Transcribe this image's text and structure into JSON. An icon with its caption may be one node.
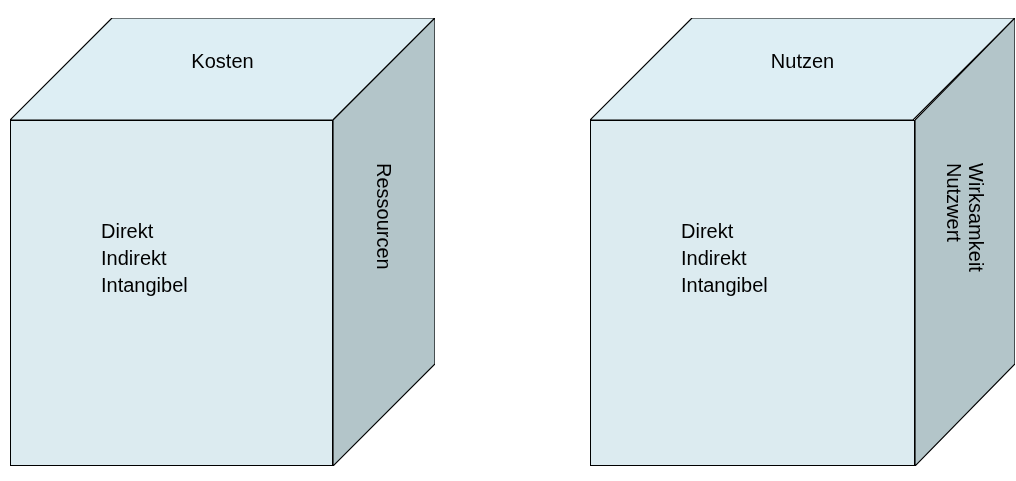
{
  "diagram": {
    "nodes": [
      {
        "text": [
          "Kosten"
        ]
      },
      {
        "text": [
          "Direkt",
          "Indirekt",
          "Intangibel"
        ]
      },
      {
        "text": [
          "Ressourcen"
        ]
      },
      {
        "text": [
          "Nutzen"
        ]
      },
      {
        "text": [
          "Direkt",
          "Indirekt",
          "Intangibel"
        ]
      },
      {
        "text": [
          "Wirksamkeit",
          "Nutzwert"
        ]
      }
    ]
  }
}
